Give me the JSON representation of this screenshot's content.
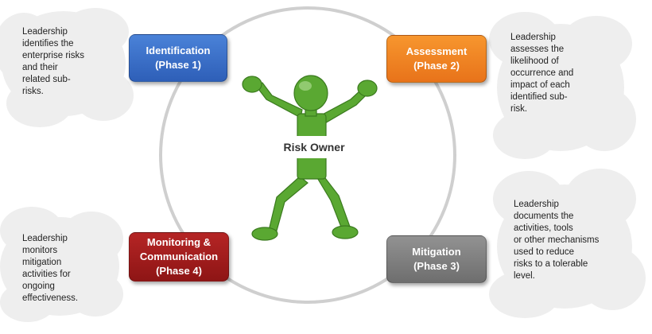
{
  "diagram": {
    "center_label": "Risk Owner",
    "phases": [
      {
        "line1": "Identification",
        "line2": "(Phase 1)",
        "color": "#3a6fc8"
      },
      {
        "line1": "Assessment",
        "line2": "(Phase 2)",
        "color": "#f0821e"
      },
      {
        "line1": "Mitigation",
        "line2": "(Phase 3)",
        "color": "#808080"
      },
      {
        "line1": "Monitoring &",
        "line2": "Communication",
        "line3": "(Phase 4)",
        "color": "#a31f1f"
      }
    ],
    "notes": {
      "top_left": "Leadership\nidentifies the\nenterprise risks\nand their\nrelated sub-\nrisks.",
      "top_right": "Leadership\nassesses the\nlikelihood of\noccurrence and\nimpact of each\nidentified sub-\nrisk.",
      "bottom_right": "Leadership\ndocuments the\nactivities, tools\nor other mechanisms\nused to reduce\nrisks to a tolerable\nlevel.",
      "bottom_left": "Leadership\nmonitors\nmitigation\nactivities for\nongoing\neffectiveness."
    },
    "figure_color": "#5aa832",
    "cloud_color": "#eeeeee",
    "ring_color": "#cfcfcf"
  }
}
